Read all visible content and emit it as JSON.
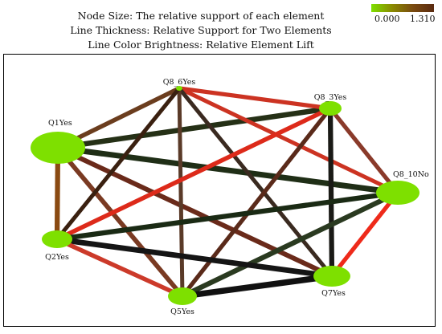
{
  "legend": {
    "node_size": "Node Size: The relative support of each element",
    "line_thickness": "Line Thickness: Relative Support for Two Elements",
    "line_color": "Line Color Brightness: Relative Element Lift"
  },
  "color_scale": {
    "min_label": "0.000",
    "max_label": "1.310",
    "colors": [
      "#7ee000",
      "#8a8a00",
      "#7a4a10",
      "#5a2a10"
    ]
  },
  "colors": {
    "node_fill": "#7ee000",
    "frame": "#000000"
  },
  "nodes": [
    {
      "id": "Q1Yes",
      "label": "Q1Yes",
      "support": 1.0
    },
    {
      "id": "Q8_6Yes",
      "label": "Q8_6Yes",
      "support": 0.2
    },
    {
      "id": "Q8_3Yes",
      "label": "Q8_3Yes",
      "support": 0.3
    },
    {
      "id": "Q8_10No",
      "label": "Q8_10No",
      "support": 0.6
    },
    {
      "id": "Q7Yes",
      "label": "Q7Yes",
      "support": 0.55
    },
    {
      "id": "Q5Yes",
      "label": "Q5Yes",
      "support": 0.45
    },
    {
      "id": "Q2Yes",
      "label": "Q2Yes",
      "support": 0.4
    }
  ],
  "edges": [
    {
      "source": "Q1Yes",
      "target": "Q8_6Yes",
      "color": "#6b3d1e",
      "weight": 0.6
    },
    {
      "source": "Q1Yes",
      "target": "Q8_3Yes",
      "color": "#253016",
      "weight": 0.8
    },
    {
      "source": "Q1Yes",
      "target": "Q8_10No",
      "color": "#1f2e16",
      "weight": 0.9
    },
    {
      "source": "Q1Yes",
      "target": "Q7Yes",
      "color": "#6a2a1a",
      "weight": 0.7
    },
    {
      "source": "Q1Yes",
      "target": "Q5Yes",
      "color": "#7a3a22",
      "weight": 0.65
    },
    {
      "source": "Q1Yes",
      "target": "Q2Yes",
      "color": "#8a4a12",
      "weight": 0.75
    },
    {
      "source": "Q8_6Yes",
      "target": "Q8_3Yes",
      "color": "#cc3322",
      "weight": 0.55
    },
    {
      "source": "Q8_6Yes",
      "target": "Q8_10No",
      "color": "#cc3322",
      "weight": 0.5
    },
    {
      "source": "Q8_6Yes",
      "target": "Q7Yes",
      "color": "#3a2a20",
      "weight": 0.5
    },
    {
      "source": "Q8_6Yes",
      "target": "Q5Yes",
      "color": "#5a3a28",
      "weight": 0.5
    },
    {
      "source": "Q8_6Yes",
      "target": "Q2Yes",
      "color": "#3a2010",
      "weight": 0.5
    },
    {
      "source": "Q8_3Yes",
      "target": "Q8_10No",
      "color": "#8a3a2a",
      "weight": 0.55
    },
    {
      "source": "Q8_3Yes",
      "target": "Q7Yes",
      "color": "#1a1a16",
      "weight": 0.75
    },
    {
      "source": "Q8_3Yes",
      "target": "Q5Yes",
      "color": "#5a2a1a",
      "weight": 0.55
    },
    {
      "source": "Q8_3Yes",
      "target": "Q2Yes",
      "color": "#dd2a1a",
      "weight": 0.6
    },
    {
      "source": "Q8_10No",
      "target": "Q7Yes",
      "color": "#ee2a1a",
      "weight": 0.55
    },
    {
      "source": "Q8_10No",
      "target": "Q5Yes",
      "color": "#2a3a20",
      "weight": 0.75
    },
    {
      "source": "Q8_10No",
      "target": "Q2Yes",
      "color": "#1a2a14",
      "weight": 0.75
    },
    {
      "source": "Q7Yes",
      "target": "Q5Yes",
      "color": "#111111",
      "weight": 1.0
    },
    {
      "source": "Q7Yes",
      "target": "Q2Yes",
      "color": "#151515",
      "weight": 0.85
    },
    {
      "source": "Q5Yes",
      "target": "Q2Yes",
      "color": "#cc3a2a",
      "weight": 0.6
    }
  ]
}
